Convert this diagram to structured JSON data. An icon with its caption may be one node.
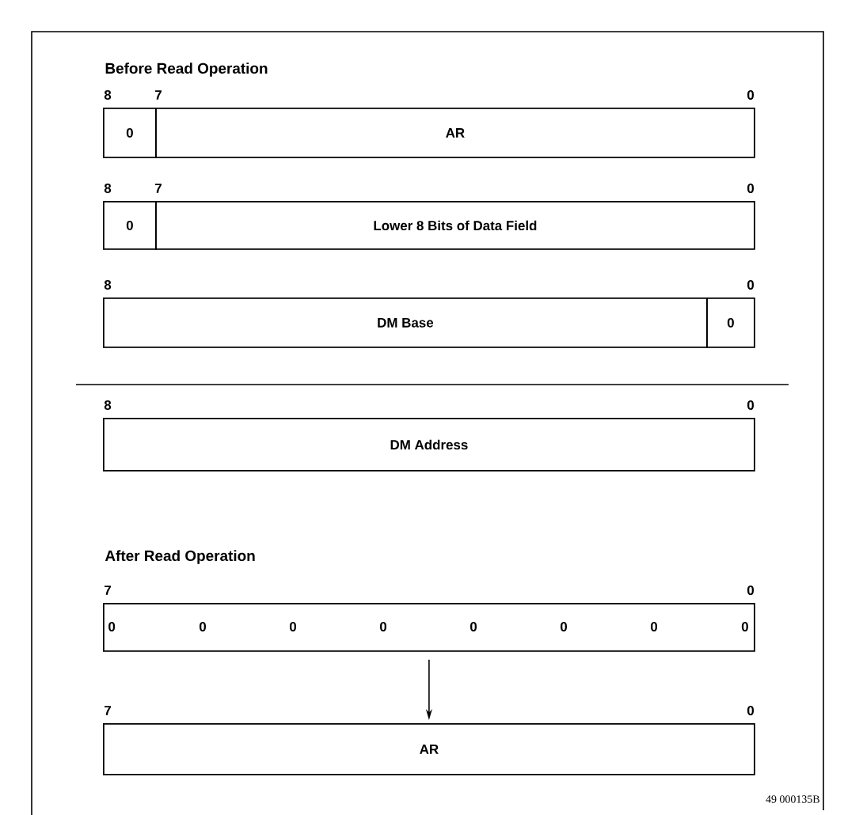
{
  "diagram": {
    "nodes": [
      {
        "text": [
          "0"
        ]
      },
      {
        "text": [
          "AR"
        ]
      },
      {
        "text": [
          "0"
        ]
      },
      {
        "text": [
          "Lower 8 Bits of Data Field"
        ]
      },
      {
        "text": [
          "DM Base"
        ]
      },
      {
        "text": [
          "0"
        ]
      },
      {
        "text": [
          "DM Address"
        ]
      },
      {
        "text": [
          "0",
          "0",
          "0",
          "0",
          "0",
          "0",
          "0",
          "0"
        ]
      },
      {
        "text": [
          "AR"
        ]
      }
    ],
    "edges": [
      {
        "from": 7,
        "to": 8,
        "arrow": "to"
      }
    ],
    "labels": [
      "Before Read Operation",
      "8",
      "7",
      "0",
      "8",
      "7",
      "0",
      "8",
      "0",
      "8",
      "0",
      "After Read Operation",
      "7",
      "0",
      "7",
      "0",
      "49 000135B"
    ]
  }
}
